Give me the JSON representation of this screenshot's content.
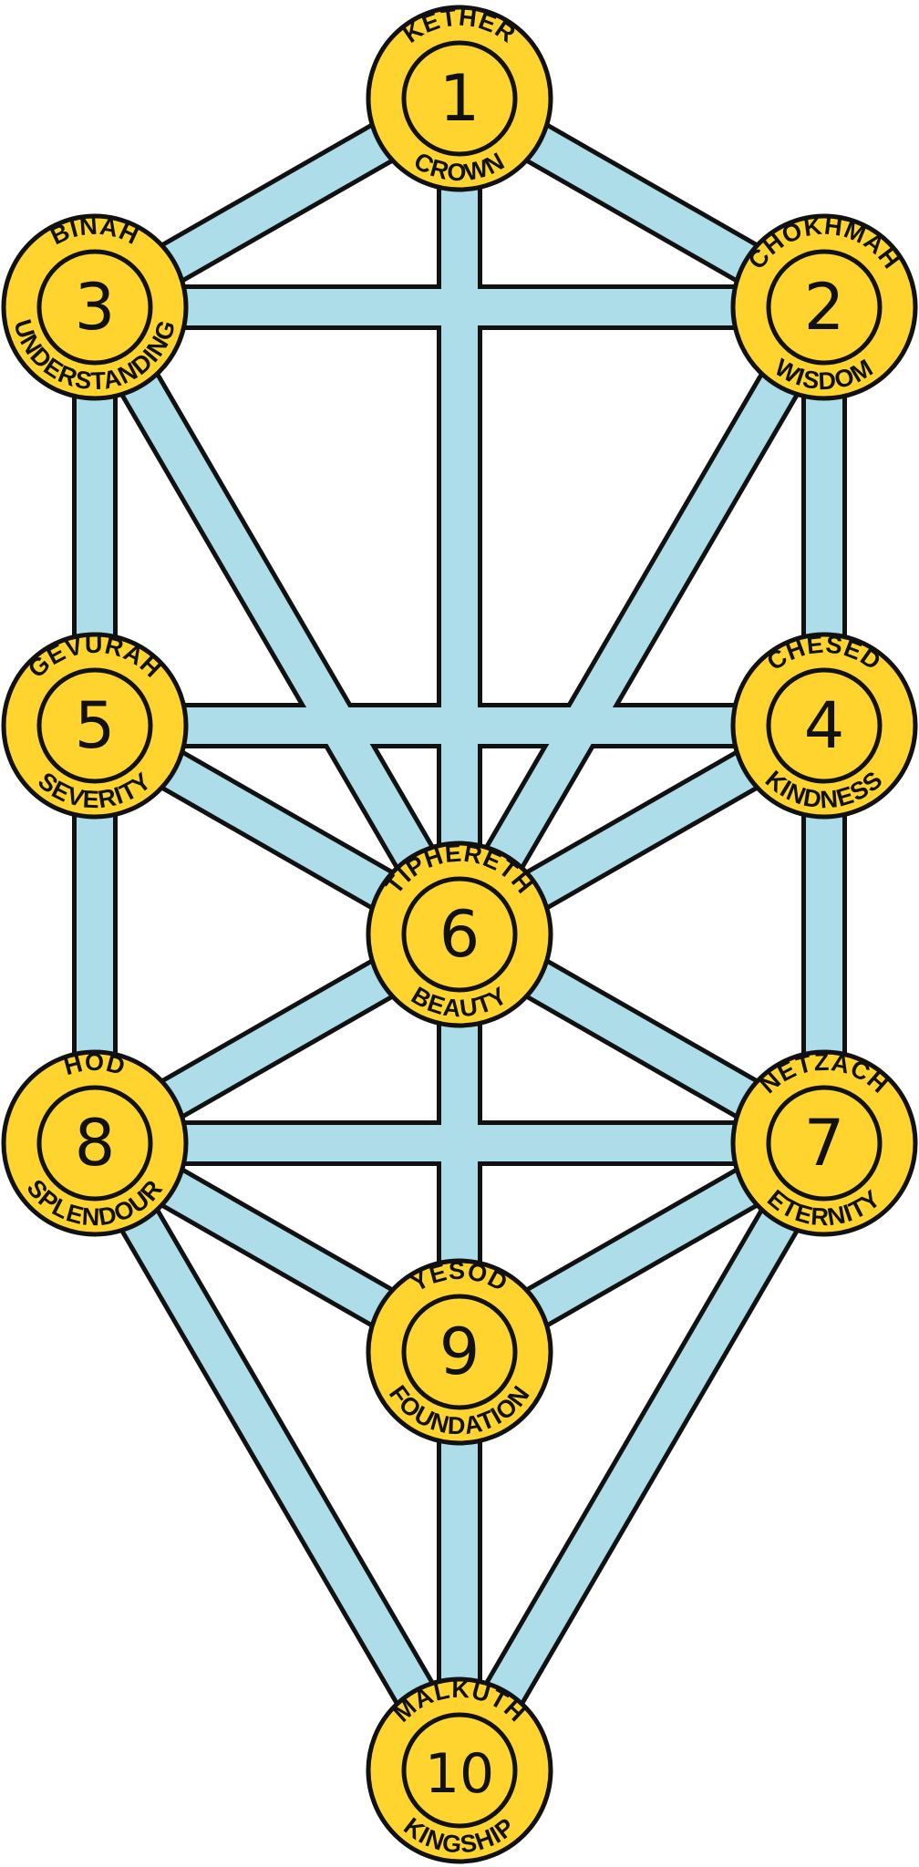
{
  "colors": {
    "path_fill": "#ADDDE9",
    "path_outline": "#111111",
    "sphere_fill": "#FFD42E",
    "sphere_ring": "#111111",
    "background": "#FFFFFF"
  },
  "sephirot": [
    {
      "id": "kether",
      "number": "1",
      "name": "KETHER",
      "meaning": "CROWN"
    },
    {
      "id": "chokhmah",
      "number": "2",
      "name": "CHOKHMAH",
      "meaning": "WISDOM"
    },
    {
      "id": "binah",
      "number": "3",
      "name": "BINAH",
      "meaning": "UNDERSTANDING"
    },
    {
      "id": "chesed",
      "number": "4",
      "name": "CHESED",
      "meaning": "KINDNESS"
    },
    {
      "id": "gevurah",
      "number": "5",
      "name": "GEVURAH",
      "meaning": "SEVERITY"
    },
    {
      "id": "tiphereth",
      "number": "6",
      "name": "TIPHERETH",
      "meaning": "BEAUTY"
    },
    {
      "id": "netzach",
      "number": "7",
      "name": "NETZACH",
      "meaning": "ETERNITY"
    },
    {
      "id": "hod",
      "number": "8",
      "name": "HOD",
      "meaning": "SPLENDOUR"
    },
    {
      "id": "yesod",
      "number": "9",
      "name": "YESOD",
      "meaning": "FOUNDATION"
    },
    {
      "id": "malkuth",
      "number": "10",
      "name": "MALKUTH",
      "meaning": "KINGSHIP"
    }
  ],
  "paths": [
    [
      "kether",
      "chokhmah"
    ],
    [
      "kether",
      "binah"
    ],
    [
      "kether",
      "tiphereth"
    ],
    [
      "chokhmah",
      "binah"
    ],
    [
      "chokhmah",
      "chesed"
    ],
    [
      "chokhmah",
      "tiphereth"
    ],
    [
      "binah",
      "gevurah"
    ],
    [
      "binah",
      "tiphereth"
    ],
    [
      "chesed",
      "gevurah"
    ],
    [
      "chesed",
      "tiphereth"
    ],
    [
      "chesed",
      "netzach"
    ],
    [
      "gevurah",
      "tiphereth"
    ],
    [
      "gevurah",
      "hod"
    ],
    [
      "tiphereth",
      "netzach"
    ],
    [
      "tiphereth",
      "hod"
    ],
    [
      "tiphereth",
      "yesod"
    ],
    [
      "netzach",
      "hod"
    ],
    [
      "netzach",
      "yesod"
    ],
    [
      "netzach",
      "malkuth"
    ],
    [
      "hod",
      "yesod"
    ],
    [
      "hod",
      "malkuth"
    ],
    [
      "yesod",
      "malkuth"
    ]
  ]
}
